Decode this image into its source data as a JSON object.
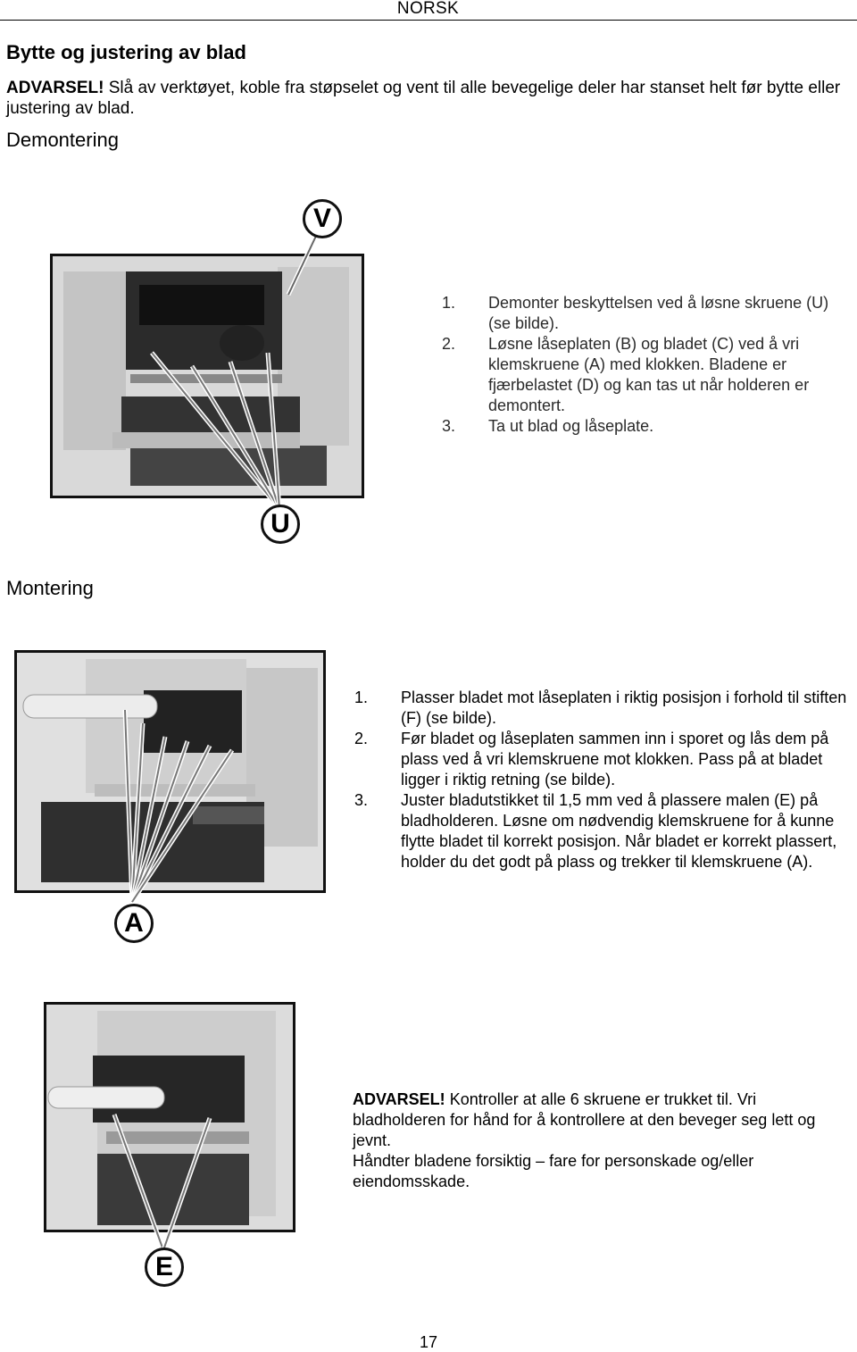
{
  "header": {
    "language": "NORSK"
  },
  "title": "Bytte og justering av blad",
  "warning": {
    "label": "ADVARSEL!",
    "text": "Slå av verktøyet, koble fra støpselet og vent til alle bevegelige deler har stanset helt før bytte eller justering av blad."
  },
  "demontering": {
    "heading": "Demontering",
    "callout_top": "V",
    "callout_bottom": "U",
    "steps": [
      {
        "num": "1.",
        "text": "Demonter beskyttelsen ved å løsne skruene (U) (se bilde)."
      },
      {
        "num": "2.",
        "text": "Løsne låseplaten (B) og bladet (C) ved å vri klemskruene (A) med klokken. Bladene er fjærbelastet (D) og kan tas ut når holderen er demontert."
      },
      {
        "num": "3.",
        "text": "Ta ut blad og låseplate."
      }
    ]
  },
  "montering": {
    "heading": "Montering",
    "callout": "A",
    "steps": [
      {
        "num": "1.",
        "text": "Plasser bladet mot låseplaten i riktig posisjon i forhold til stiften (F) (se bilde)."
      },
      {
        "num": "2.",
        "text": "Før bladet og låseplaten sammen inn i sporet og lås dem på plass ved å vri klemskruene mot klokken. Pass på at bladet ligger i riktig retning (se bilde)."
      },
      {
        "num": "3.",
        "text": "Juster bladutstikket til 1,5 mm ved å plassere malen (E) på bladholderen. Løsne om nødvendig klemskruene for å kunne flytte bladet til korrekt posisjon. Når bladet er korrekt plassert, holder du det godt på plass og trekker til klemskruene (A)."
      }
    ]
  },
  "final": {
    "callout": "E",
    "warning_label": "ADVARSEL!",
    "warning_text": "Kontroller at alle 6 skruene er trukket til. Vri bladholderen for hånd for å kontrollere at den beveger seg lett og jevnt.",
    "handling_text": "Håndter bladene forsiktig – fare for personskade og/eller eiendomsskade."
  },
  "page_number": "17"
}
